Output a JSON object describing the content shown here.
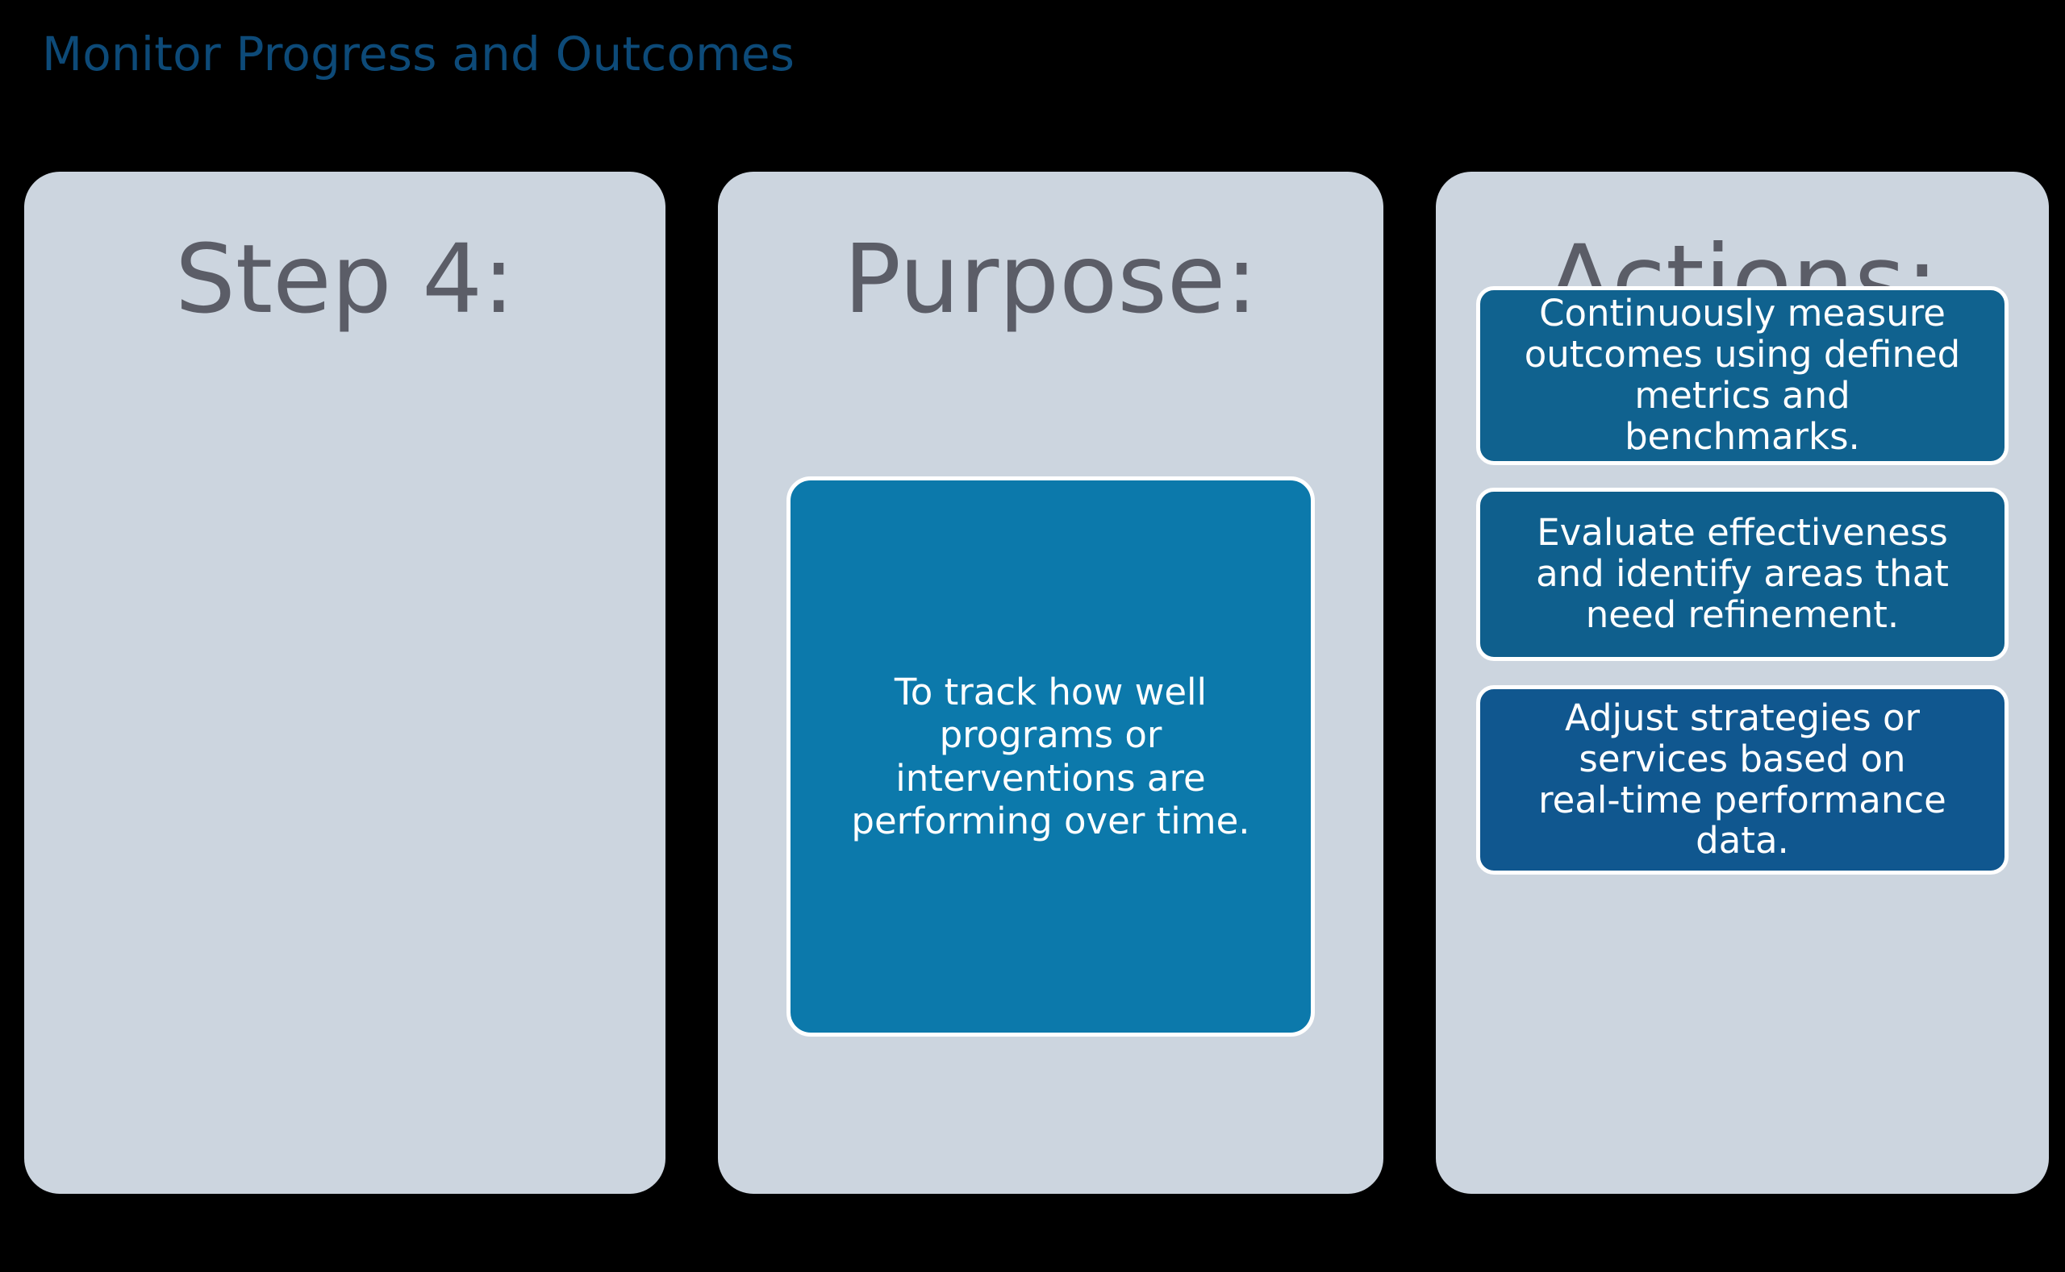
{
  "slide": {
    "title": "Monitor Progress and Outcomes",
    "title_color": "#0d4a78",
    "background_color": "#000000",
    "card_background_color": "#ccd5df",
    "heading_color": "#5b5d67"
  },
  "columns": [
    {
      "id": "step",
      "heading": "Step 4:",
      "body": null
    },
    {
      "id": "purpose",
      "heading": "Purpose:",
      "panel": {
        "text": "To track how well\nprograms or\ninterventions are\nperforming over time.",
        "color": "#0c79ab",
        "border_color": "#ffffff",
        "text_color": "#ffffff"
      }
    },
    {
      "id": "actions",
      "heading": "Actions:",
      "boxes": [
        {
          "text": "Continuously measure\noutcomes using defined\nmetrics and\nbenchmarks.",
          "color": "#10628f",
          "border_color": "#ffffff",
          "text_color": "#ffffff"
        },
        {
          "text": "Evaluate effectiveness\nand identify areas that\nneed refinement.",
          "color": "#0f5f8d",
          "border_color": "#ffffff",
          "text_color": "#ffffff"
        },
        {
          "text": "Adjust strategies or\nservices based on\nreal-time performance\ndata.",
          "color": "#10578f",
          "border_color": "#ffffff",
          "text_color": "#ffffff"
        }
      ]
    }
  ]
}
